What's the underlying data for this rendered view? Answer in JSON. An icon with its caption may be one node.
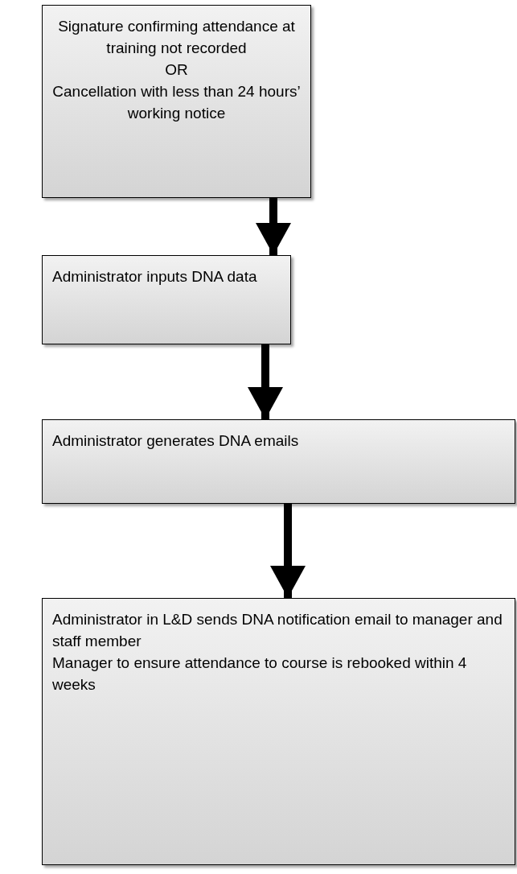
{
  "diagram": {
    "nodes": [
      {
        "text": [
          "Signature confirming attendance at training not recorded",
          "OR",
          "Cancellation with less than 24 hours’ working notice"
        ]
      },
      {
        "text": [
          "Administrator inputs DNA data"
        ]
      },
      {
        "text": [
          "Administrator generates DNA emails"
        ]
      },
      {
        "text": [
          "Administrator in L&D sends DNA notification email to manager and staff member",
          "Manager to ensure attendance to course is rebooked within 4 weeks"
        ]
      }
    ],
    "edges": [
      {
        "from": 0,
        "to": 1,
        "arrow": "to"
      },
      {
        "from": 1,
        "to": 2,
        "arrow": "to"
      },
      {
        "from": 2,
        "to": 3,
        "arrow": "to"
      }
    ]
  }
}
